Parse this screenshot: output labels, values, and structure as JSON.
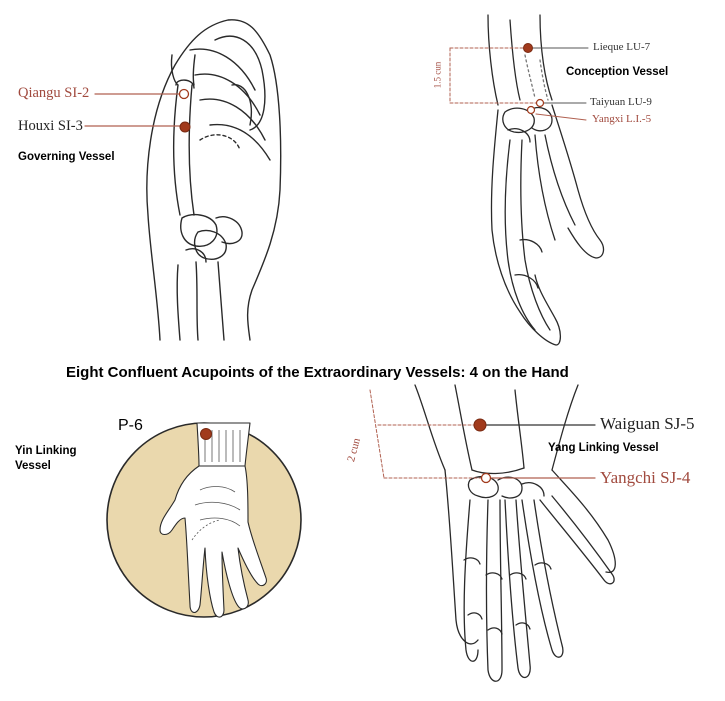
{
  "title": "Eight Confluent Acupoints of the Extraordinary Vessels: 4 on the Hand",
  "panels": {
    "top_left": {
      "vessel": "Governing Vessel",
      "points": [
        {
          "label": "Qiangu SI-2",
          "style": "hollow"
        },
        {
          "label": "Houxi SI-3",
          "style": "filled"
        }
      ]
    },
    "top_right": {
      "vessel": "Conception Vessel",
      "measure": "1.5 cun",
      "points": [
        {
          "label": "Lieque LU-7",
          "style": "filled"
        },
        {
          "label": "Taiyuan LU-9",
          "style": "hollow"
        },
        {
          "label": "Yangxi L.I.-5",
          "style": "hollow"
        }
      ]
    },
    "bottom_left": {
      "vessel": "Yin Linking Vessel",
      "point": "P-6"
    },
    "bottom_right": {
      "vessel": "Yang Linking Vessel",
      "measure": "2 cun",
      "points": [
        {
          "label": "Waiguan SJ-5",
          "style": "filled"
        },
        {
          "label": "Yangchi SJ-4",
          "style": "hollow"
        }
      ]
    }
  },
  "colors": {
    "point_fill": "#a13a1c",
    "label_red": "#a14a3e",
    "guide_line": "#b06050",
    "circle_fill": "#ead8ad",
    "line_art": "#2a2a2a"
  }
}
